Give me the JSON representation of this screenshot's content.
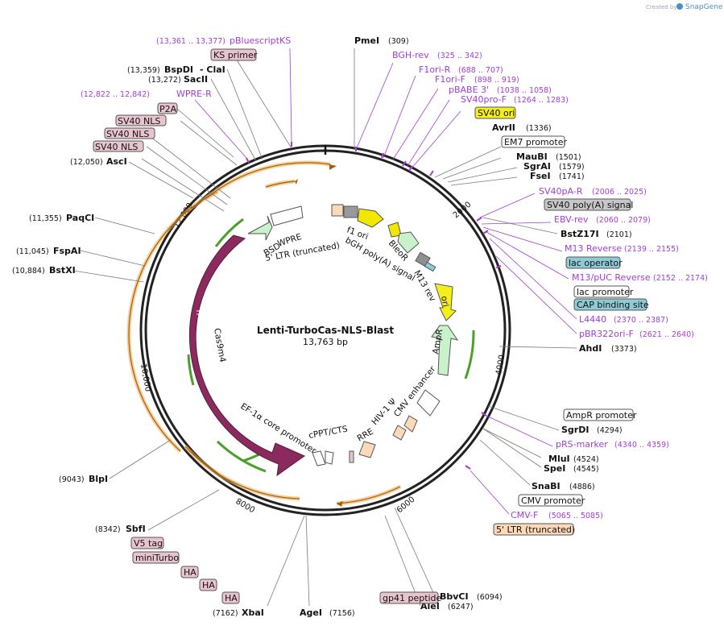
{
  "watermark": {
    "created_by": "Created by",
    "brand": "SnapGene"
  },
  "plasmid": {
    "name": "Lenti-TurboCas-NLS-Blast",
    "size": "13,763 bp"
  },
  "ticks": [
    "2000",
    "4000",
    "6000",
    "8000",
    "10,000",
    "12,000"
  ],
  "sites": [
    {
      "name": "PmeI",
      "pos": "(309)"
    },
    {
      "name": "AvrII",
      "pos": "(1336)"
    },
    {
      "name": "MauBI",
      "pos": "(1501)"
    },
    {
      "name": "SgrAI",
      "pos": "(1579)"
    },
    {
      "name": "FseI",
      "pos": "(1741)"
    },
    {
      "name": "BstZ17I",
      "pos": "(2101)"
    },
    {
      "name": "AhdI",
      "pos": "(3373)"
    },
    {
      "name": "SgrDI",
      "pos": "(4294)"
    },
    {
      "name": "MluI",
      "pos": "(4524)"
    },
    {
      "name": "SpeI",
      "pos": "(4545)"
    },
    {
      "name": "SnaBI",
      "pos": "(4886)"
    },
    {
      "name": "BbvCI",
      "pos": "(6094)"
    },
    {
      "name": "AleI",
      "pos": "(6247)"
    },
    {
      "name": "AgeI",
      "pos": "(7156)"
    },
    {
      "name": "XbaI",
      "pos": "(7162)"
    },
    {
      "name": "SbfI",
      "pos": "(8342)"
    },
    {
      "name": "BlpI",
      "pos": "(9043)"
    },
    {
      "name": "BstXI",
      "pos": "(10,884)"
    },
    {
      "name": "FspAI",
      "pos": "(11,045)"
    },
    {
      "name": "PaqCI",
      "pos": "(11,355)"
    },
    {
      "name": "AscI",
      "pos": "(12,050)"
    },
    {
      "name": "SacII",
      "pos": "(13,272)"
    },
    {
      "name": "BspDI",
      "pos": "(13,359)"
    },
    {
      "name": "ClaI",
      "pos": "- ClaI"
    }
  ],
  "primers": [
    {
      "name": "pBluescriptKS",
      "pos": "(13,361 .. 13,377)"
    },
    {
      "name": "WPRE-R",
      "pos": "(12,822 .. 12,842)"
    },
    {
      "name": "BGH-rev",
      "pos": "(325 .. 342)"
    },
    {
      "name": "F1ori-R",
      "pos": "(688 .. 707)"
    },
    {
      "name": "F1ori-F",
      "pos": "(898 .. 919)"
    },
    {
      "name": "pBABE 3'",
      "pos": "(1038 .. 1058)"
    },
    {
      "name": "SV40pro-F",
      "pos": "(1264 .. 1283)"
    },
    {
      "name": "SV40pA-R",
      "pos": "(2006 .. 2025)"
    },
    {
      "name": "EBV-rev",
      "pos": "(2060 .. 2079)"
    },
    {
      "name": "M13 Reverse",
      "pos": "(2139 .. 2155)"
    },
    {
      "name": "M13/pUC Reverse",
      "pos": "(2152 .. 2174)"
    },
    {
      "name": "L4440",
      "pos": "(2370 .. 2387)"
    },
    {
      "name": "pBR322ori-F",
      "pos": "(2621 .. 2640)"
    },
    {
      "name": "pRS-marker",
      "pos": "(4340 .. 4359)"
    },
    {
      "name": "CMV-F",
      "pos": "(5065 .. 5085)"
    }
  ],
  "feature_labels": {
    "ks_primer": "KS primer",
    "p2a": "P2A",
    "nls": "SV40 NLS",
    "sv40_ori": "SV40 ori",
    "em7": "EM7 promoter",
    "sv40_polya": "SV40 poly(A) signal",
    "lac_operator": "lac operator",
    "lac_promoter": "lac promoter",
    "cap_site": "CAP binding site",
    "ampr_promoter": "AmpR promoter",
    "cmv_promoter": "CMV promoter",
    "ltr5": "5' LTR (truncated)",
    "v5": "V5 tag",
    "miniturbo": "miniTurbo",
    "ha": "HA",
    "gp41": "gp41 peptide"
  },
  "inner_labels": {
    "bsd": "BSD",
    "wpre": "WPRE",
    "ltr3": "5' LTR (truncated)",
    "f1ori": "f1 ori",
    "bgh": "bGH poly(A) signal",
    "bleor": "BleoR",
    "m13rev": "M13 rev",
    "ori": "ori",
    "ampr": "AmpR",
    "cmv_enh": "CMV enhancer",
    "hiv": "HIV-1 Ψ",
    "rre": "RRE",
    "cppt": "cPPT/CTS",
    "ef1a": "EF-1α core promoter",
    "cas": "Cas9m4"
  },
  "colors": {
    "primer": "#a33dd6",
    "orf_cas": "#8b2a5e",
    "orf_green": "#c9f2cc",
    "orf_yellow": "#f0e800",
    "tag_pink": "#e8c4cf",
    "ori_yellow": "#f4ef1a",
    "lac_cyan": "#8fcbd6",
    "ltr_peach": "#fcd9b8",
    "gray": "#c7c7c7",
    "orange_arc": "#f3a845",
    "green_arrow": "#4aa02a"
  }
}
